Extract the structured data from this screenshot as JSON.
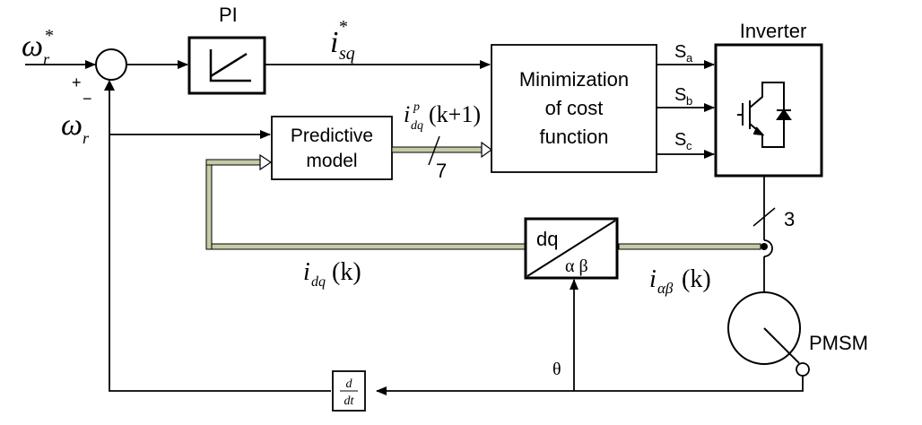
{
  "signals": {
    "omega_ref": {
      "sym": "ω",
      "sub": "r",
      "sup": "*"
    },
    "plus": "+",
    "minus": "−",
    "omega": {
      "sym": "ω",
      "sub": "r"
    },
    "isq_ref": {
      "sym": "i",
      "sub": "sq",
      "sup": "*"
    },
    "idq_pred": {
      "sym": "i",
      "sub": "dq",
      "sup": "p",
      "arg": "(k+1)"
    },
    "bus_width_pred": "7",
    "idq": {
      "sym": "i",
      "sub": "dq",
      "arg": "(k)"
    },
    "iab": {
      "sym": "i",
      "sub": "αβ",
      "arg": "(k)"
    },
    "theta": "θ",
    "phases": "3",
    "switch_a": {
      "sym": "S",
      "sub": "a"
    },
    "switch_b": {
      "sym": "S",
      "sub": "b"
    },
    "switch_c": {
      "sym": "S",
      "sub": "c"
    }
  },
  "blocks": {
    "pi": "PI",
    "predictive": [
      "Predictive",
      "model"
    ],
    "minimization": [
      "Minimization",
      "of cost",
      "function"
    ],
    "inverter": "Inverter",
    "transform": {
      "top": "dq",
      "bottom": "α   β"
    },
    "derivative": {
      "num": "d",
      "den": "dt"
    },
    "motor": "PMSM"
  }
}
